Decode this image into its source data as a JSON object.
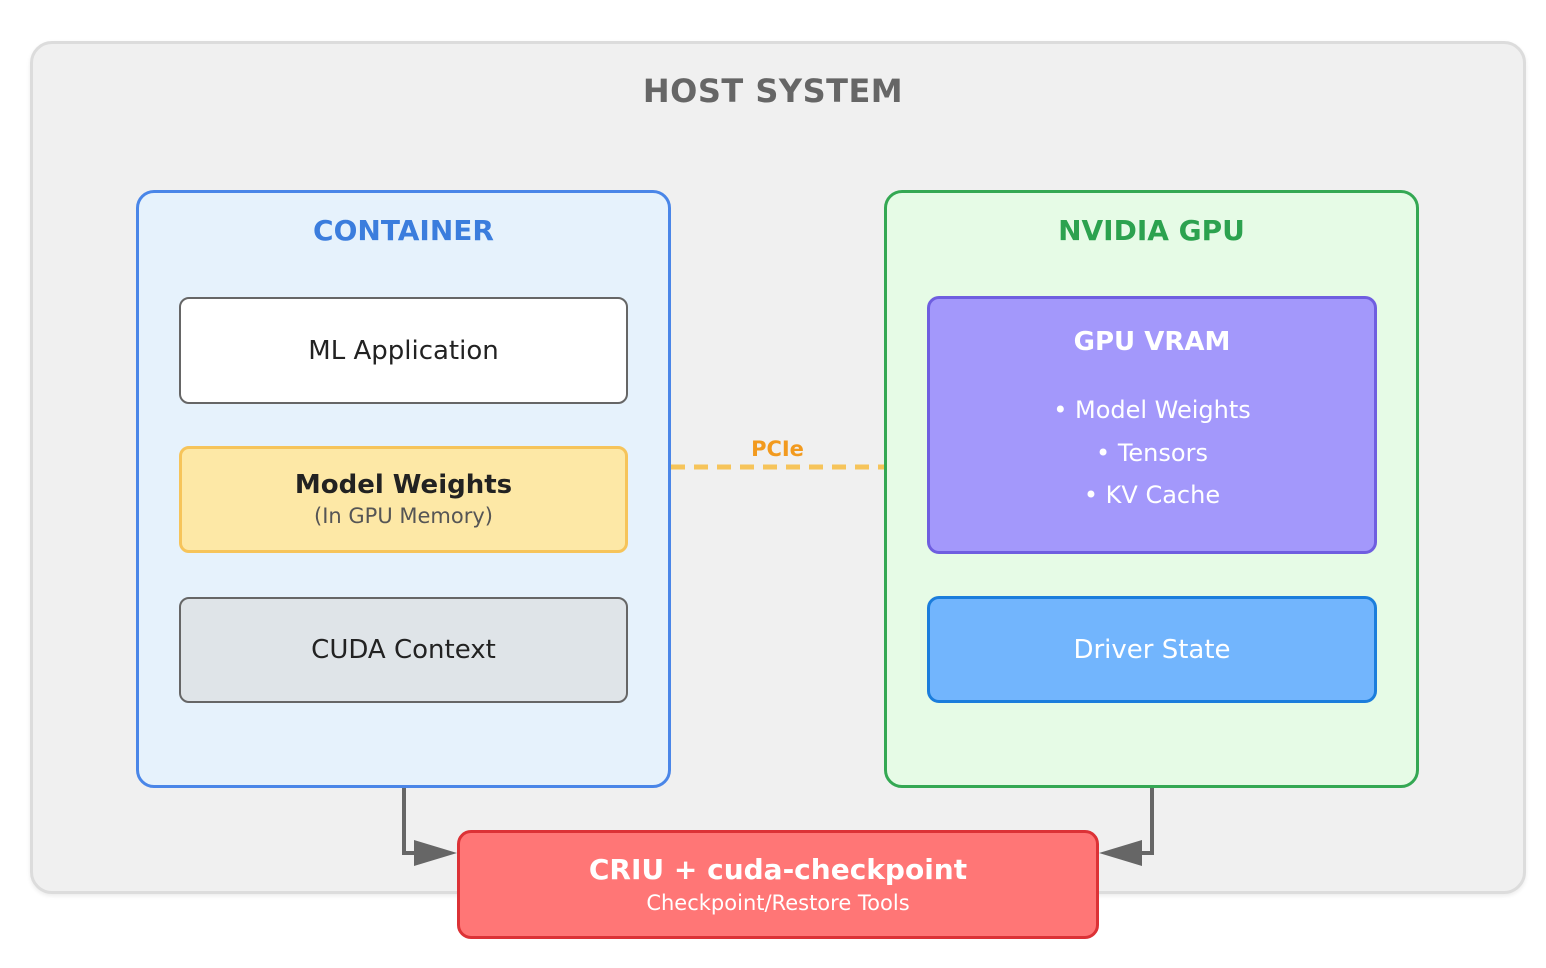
{
  "host": {
    "title": "HOST SYSTEM"
  },
  "container": {
    "title": "CONTAINER",
    "ml_app_label": "ML Application",
    "model_weights_title": "Model Weights",
    "model_weights_subtitle": "(In GPU Memory)",
    "cuda_context_label": "CUDA Context"
  },
  "gpu": {
    "title": "NVIDIA GPU",
    "vram_title": "GPU VRAM",
    "vram_items": [
      "• Model Weights",
      "• Tensors",
      "• KV Cache"
    ],
    "driver_state_label": "Driver State"
  },
  "link": {
    "label": "PCIe"
  },
  "criu": {
    "title": "CRIU + cuda-checkpoint",
    "subtitle": "Checkpoint/Restore Tools"
  },
  "colors": {
    "container_accent": "#4a86e8",
    "gpu_accent": "#34a853",
    "pcie_accent": "#f6c45a",
    "criu_accent": "#dc3236",
    "arrow": "#666666"
  }
}
